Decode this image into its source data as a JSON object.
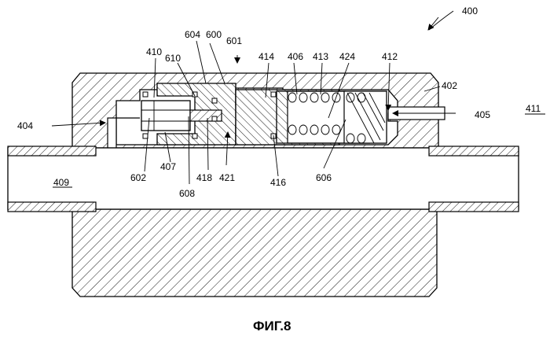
{
  "figure": {
    "caption": "ФИГ.8",
    "labels": {
      "l400": "400",
      "l600": "600",
      "l604": "604",
      "l601": "601",
      "l410": "410",
      "l610": "610",
      "l414": "414",
      "l406": "406",
      "l413": "413",
      "l424": "424",
      "l412": "412",
      "l402": "402",
      "l404": "404",
      "l405": "405",
      "l411": "411",
      "l409": "409",
      "l602": "602",
      "l407": "407",
      "l608": "608",
      "l418": "418",
      "l421": "421",
      "l416": "416",
      "l606": "606"
    }
  }
}
